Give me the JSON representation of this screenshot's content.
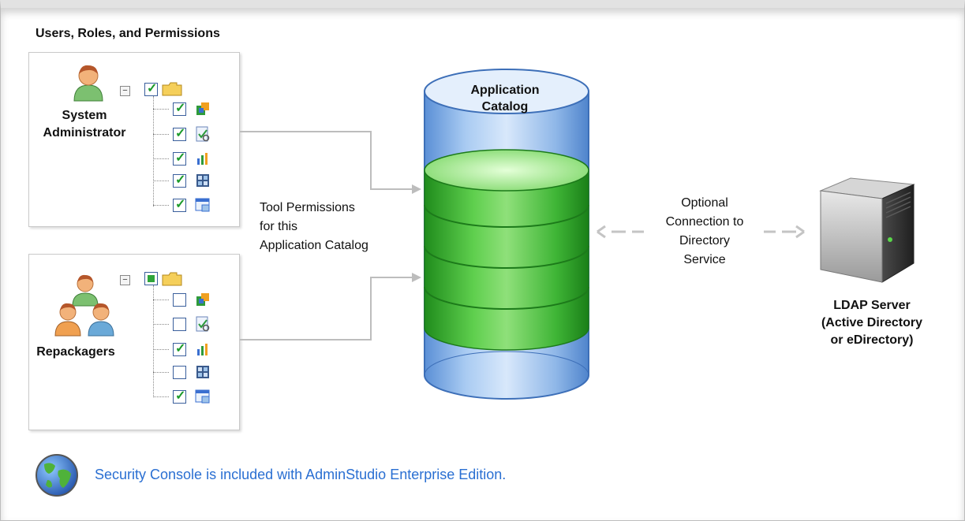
{
  "section_title": "Users, Roles, and Permissions",
  "roles": [
    {
      "name_lines": [
        "System",
        "Administrator"
      ],
      "folder_state": "checked",
      "permissions": [
        true,
        true,
        true,
        true,
        true
      ],
      "icons": [
        "package-icon",
        "report-icon",
        "chart-icon",
        "grid-icon",
        "window-icon"
      ]
    },
    {
      "name_lines": [
        "Repackagers"
      ],
      "folder_state": "partial",
      "permissions": [
        false,
        false,
        true,
        false,
        true
      ],
      "icons": [
        "package-icon",
        "report-icon",
        "chart-icon",
        "grid-icon",
        "window-icon"
      ]
    }
  ],
  "permissions_note": [
    "Tool Permissions",
    "for this",
    "Application Catalog"
  ],
  "database": {
    "label": [
      "Application",
      "Catalog"
    ]
  },
  "optional_connection": [
    "Optional",
    "Connection to",
    "Directory",
    "Service"
  ],
  "server": {
    "label": [
      "LDAP Server",
      "(Active Directory",
      "or eDirectory)"
    ]
  },
  "footer": {
    "text": "Security Console is included with AdminStudio Enterprise Edition."
  },
  "colors": {
    "accent_text": "#2a6fd2",
    "db_green": "#3fb536",
    "db_blue": "#8fb7e8",
    "check_green": "#1b9a2a"
  }
}
